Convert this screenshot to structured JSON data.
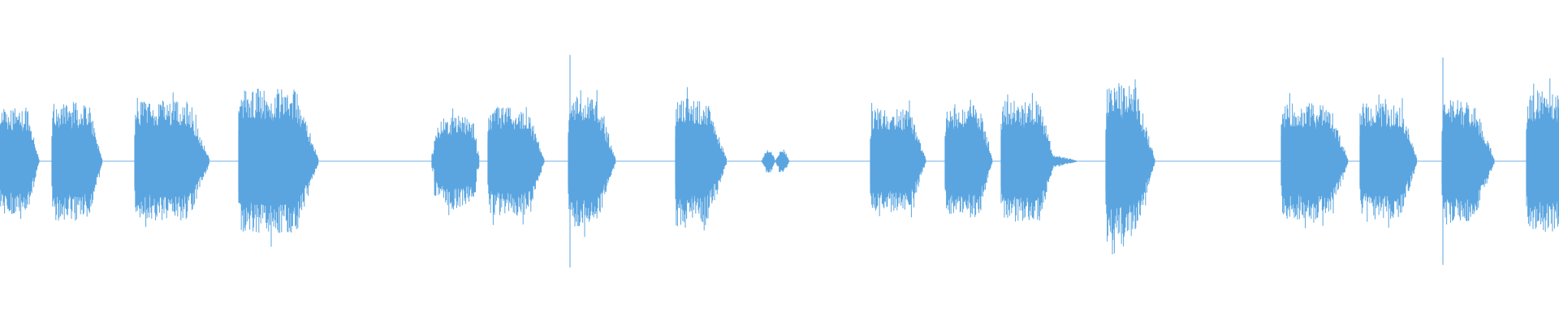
{
  "waveform": {
    "wave_color": "#5aa5e0",
    "background_color": "#ffffff",
    "normalized_peak_amplitude_range": [
      -1,
      1
    ],
    "segments": [
      {
        "peak": 0.41,
        "shape": "sustain-decay"
      },
      {
        "peak": 0.46,
        "shape": "sustain-decay"
      },
      {
        "peak": 0.46,
        "shape": "sustain-decay"
      },
      {
        "peak": 0.56,
        "shape": "sustain-decay"
      },
      {
        "peak": 0.37,
        "shape": "rounded"
      },
      {
        "peak": 0.42,
        "shape": "sustain-decay"
      },
      {
        "peak": 0.53,
        "shape": "attack-decay",
        "transient": 0.82
      },
      {
        "peak": 0.51,
        "shape": "attack-decay"
      },
      {
        "peak": 0.1,
        "shape": "blip"
      },
      {
        "peak": 0.41,
        "shape": "sustain-decay"
      },
      {
        "peak": 0.44,
        "shape": "sustain-decay"
      },
      {
        "peak": 0.47,
        "shape": "sustain-decay-tail"
      },
      {
        "peak": 0.63,
        "shape": "attack-decay"
      },
      {
        "peak": 0.45,
        "shape": "sustain-decay"
      },
      {
        "peak": 0.45,
        "shape": "sustain-decay"
      },
      {
        "peak": 0.5,
        "shape": "attack-decay",
        "transient": 0.8
      },
      {
        "peak": 0.55,
        "shape": "sustain"
      }
    ]
  }
}
